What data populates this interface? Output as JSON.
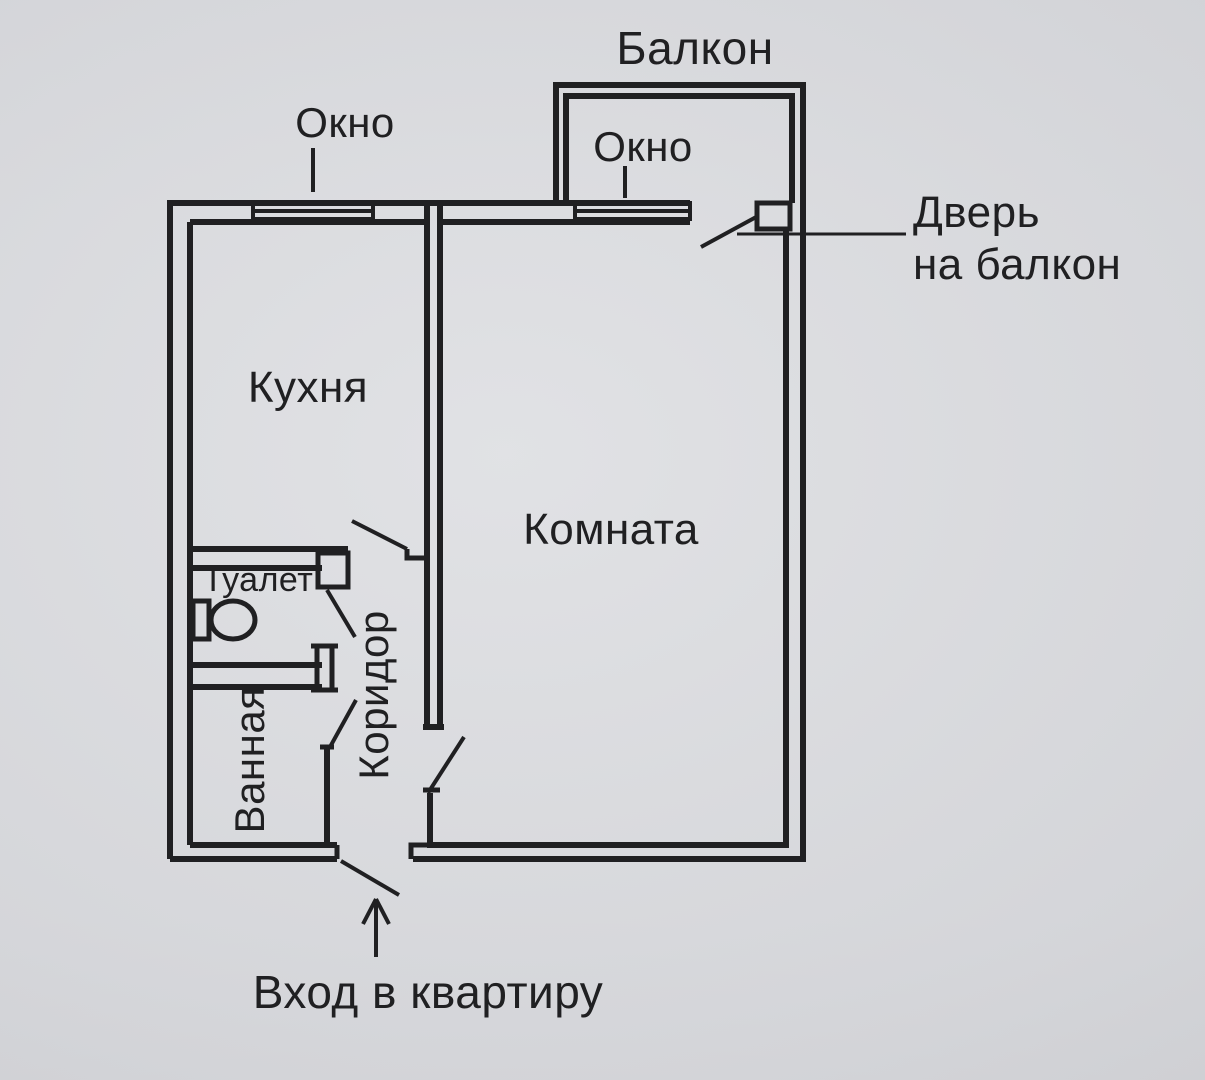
{
  "floor_plan": {
    "labels": {
      "balcony": "Балкон",
      "kitchen_window": "Окно",
      "room_window": "Окно",
      "balcony_door_line1": "Дверь",
      "balcony_door_line2": "на балкон",
      "kitchen": "Кухня",
      "room": "Комната",
      "toilet": "Туалет",
      "bathroom": "Ванная",
      "corridor": "Коридор",
      "entrance": "Вход в квартиру"
    },
    "icons": {
      "toilet_fixture": "toilet-icon",
      "entrance_arrow": "arrow-up-icon"
    },
    "colors": {
      "paper": "#d6d7da",
      "ink": "#202022"
    }
  }
}
